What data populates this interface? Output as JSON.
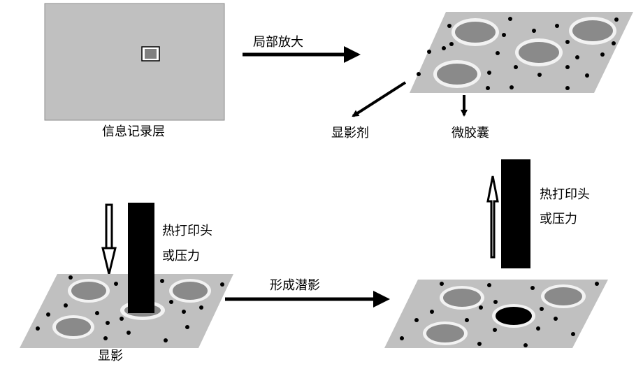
{
  "diagram": {
    "labels": {
      "recording_layer": "信息记录层",
      "local_zoom": "局部放大",
      "developer": "显影剂",
      "microcapsule": "微胶囊",
      "print_head_top": "热打印头",
      "print_head_top_2": "或压力",
      "print_head_bottom": "热打印头",
      "print_head_bottom_2": "或压力",
      "latent_image": "形成潜影",
      "development": "显影"
    },
    "colors": {
      "panel_gray": "#c0c0c0",
      "capsule_gray": "#8a8a8a",
      "capsule_ring": "#f2f2f2",
      "dot_black": "#000000",
      "print_head_black": "#000000"
    }
  }
}
